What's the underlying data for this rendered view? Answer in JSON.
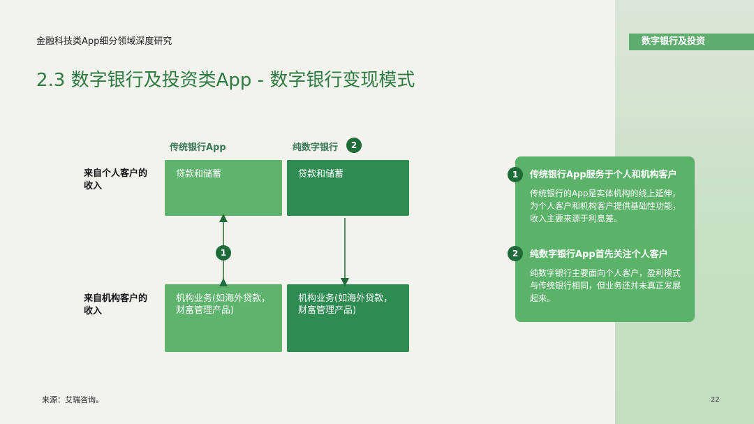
{
  "header": {
    "report_title": "金融科技类App细分领域深度研究",
    "slide_title": "2.3 数字银行及投资类App - 数字银行变现模式",
    "section_tab": "数字银行及投资"
  },
  "matrix": {
    "col_traditional": "传统银行App",
    "col_digital": "纯数字银行",
    "col_digital_badge": "2",
    "row_individual": "来自个人客户的收入",
    "row_institution": "来自机构客户的收入",
    "cell_trad_individual": "贷款和储蓄",
    "cell_digital_individual": "贷款和储蓄",
    "cell_trad_institution": "机构业务(如海外贷款，财富管理产品)",
    "cell_digital_institution": "机构业务(如海外贷款，财富管理产品)",
    "arrow_badge": "1"
  },
  "notes": [
    {
      "number": "1",
      "heading": "传统银行App服务于个人和机构客户",
      "body": "传统银行的App是实体机构的线上延伸，为个人客户和机构客户提供基础性功能，收入主要来源于利息差。"
    },
    {
      "number": "2",
      "heading": "纯数字银行App首先关注个人客户",
      "body": "纯数字银行主要面向个人客户，盈利模式与传统银行相同，但业务还并未真正发展起来。"
    }
  ],
  "footer": {
    "source": "来源：艾瑞咨询。",
    "page_number": "22"
  },
  "colors": {
    "title_green": "#2f7a44",
    "cell_light": "#5eb46c",
    "cell_dark": "#2e8c52",
    "badge": "#1f6b3a",
    "note_box": "#5ab368"
  }
}
